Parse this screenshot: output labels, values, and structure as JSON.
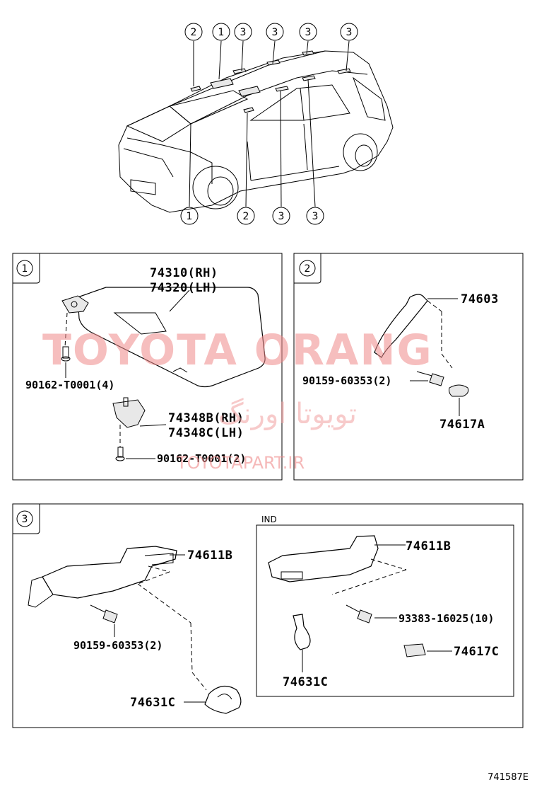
{
  "callouts": {
    "c1": "1",
    "c2": "2",
    "c3": "3"
  },
  "box1": {
    "index": "1",
    "parts": {
      "visor_rh": "74310(RH)",
      "visor_lh": "74320(LH)",
      "screw_top": "90162-T0001(4)",
      "holder_rh": "74348B(RH)",
      "holder_lh": "74348C(LH)",
      "screw_bottom": "90162-T0001(2)"
    }
  },
  "box2": {
    "index": "2",
    "parts": {
      "grip": "74603",
      "bolt": "90159-60353(2)",
      "clip": "74617A"
    }
  },
  "box3": {
    "index": "3",
    "parts": {
      "grip": "74611B",
      "bolt": "90159-60353(2)",
      "hook": "74631C"
    },
    "ind_box": {
      "label": "IND",
      "parts": {
        "grip": "74611B",
        "bolt": "93383-16025(10)",
        "cap": "74617C",
        "hook": "74631C"
      }
    }
  },
  "watermark": {
    "brand": "TOYOTA ORANG",
    "persian": "تویوتا اورنگ",
    "url": "TOYOTAPART.IR"
  },
  "diagram_code": "741587E"
}
